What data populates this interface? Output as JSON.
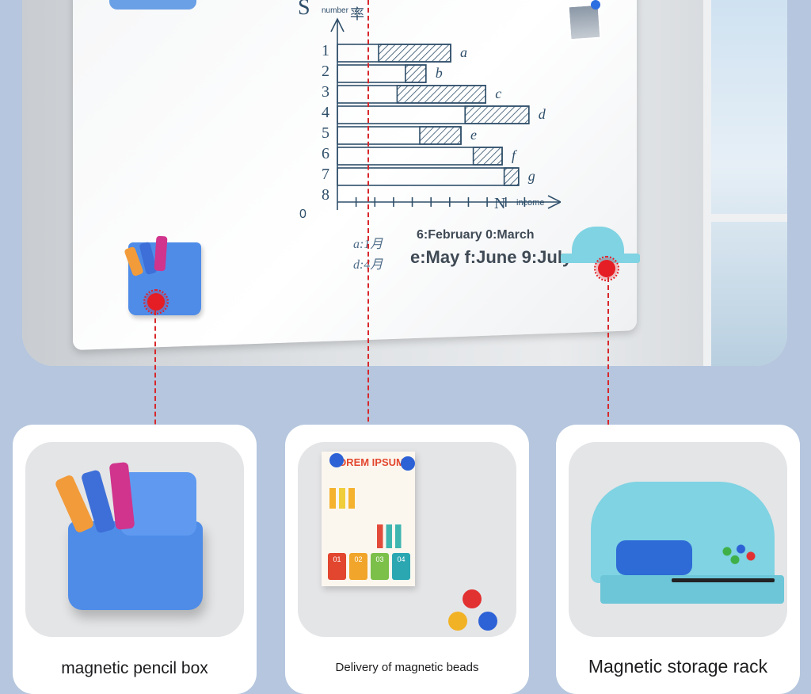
{
  "chart_sketch": {
    "y_axis_label": "S",
    "y_axis_note": "number",
    "y_axis_glyph": "率",
    "x_axis_label": "N",
    "x_axis_note": "income",
    "origin": "0",
    "row_numbers": [
      "1",
      "2",
      "3",
      "4",
      "5",
      "6",
      "7",
      "8"
    ],
    "bar_letters": [
      "a",
      "b",
      "c",
      "d",
      "e",
      "f",
      "g"
    ],
    "bars": [
      {
        "letter": "a",
        "start": 2,
        "end": 5.5
      },
      {
        "letter": "b",
        "start": 3.3,
        "end": 4.3
      },
      {
        "letter": "c",
        "start": 2.9,
        "end": 7.2
      },
      {
        "letter": "d",
        "start": 6.2,
        "end": 9.3
      },
      {
        "letter": "e",
        "start": 4,
        "end": 6
      },
      {
        "letter": "f",
        "start": 6.6,
        "end": 8
      },
      {
        "letter": "g",
        "start": 8.1,
        "end": 8.8
      }
    ],
    "x_max": 10
  },
  "legend_notes": {
    "hand_line1": "a:1月",
    "hand_line2": "d:4月",
    "typed_line1": "6:February 0:March",
    "typed_line2": "e:May f:June 9:July"
  },
  "cards": [
    {
      "label": "magnetic pencil box"
    },
    {
      "label": "Delivery of magnetic beads",
      "poster_title": "LOREM IPSUM",
      "badges": [
        "01",
        "02",
        "03",
        "04"
      ]
    },
    {
      "label": "Magnetic storage rack"
    }
  ],
  "colors": {
    "background": "#b5c6de",
    "marker_red": "#e51d24",
    "pencil_box_blue": "#4e8ce8",
    "rack_teal": "#7fd3e3",
    "ink": "#2f4f6a"
  }
}
